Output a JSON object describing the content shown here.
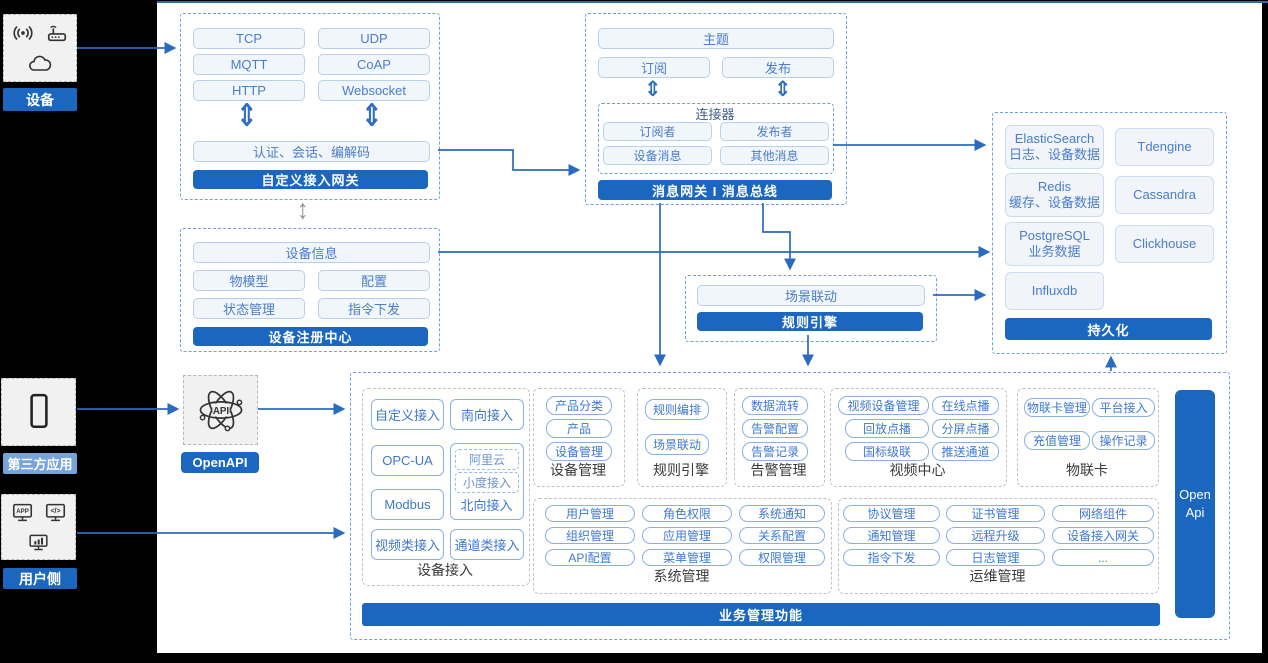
{
  "left_rail": {
    "device": {
      "label": "设备"
    },
    "third_party": {
      "label": "第三方应用"
    },
    "user_side": {
      "label": "用户侧"
    }
  },
  "custom_gateway": {
    "protocols": [
      "TCP",
      "UDP",
      "MQTT",
      "CoAP",
      "HTTP",
      "Websocket"
    ],
    "auth": "认证、会话、编解码",
    "title": "自定义接入网关"
  },
  "registry": {
    "device_info": "设备信息",
    "pills": [
      "物模型",
      "配置",
      "状态管理",
      "指令下发"
    ],
    "title": "设备注册中心"
  },
  "message_bus": {
    "topic": "主题",
    "subscribe": "订阅",
    "publish": "发布",
    "connector": {
      "title": "连接器",
      "pills": [
        "订阅者",
        "发布者",
        "设备消息",
        "其他消息"
      ]
    },
    "title": "消息网关 I 消息总线"
  },
  "rule_engine": {
    "pill": "场景联动",
    "title": "规则引擎"
  },
  "persistence": {
    "stores": [
      {
        "name": "ElasticSearch",
        "desc": "日志、设备数据"
      },
      {
        "name": "Tdengine",
        "desc": ""
      },
      {
        "name": "Redis",
        "desc": "缓存、设备数据"
      },
      {
        "name": "Cassandra",
        "desc": ""
      },
      {
        "name": "PostgreSQL",
        "desc": "业务数据"
      },
      {
        "name": "Clickhouse",
        "desc": ""
      },
      {
        "name": "Influxdb",
        "desc": ""
      }
    ],
    "title": "持久化"
  },
  "openapi": {
    "label": "OpenAPI"
  },
  "business": {
    "device_access": {
      "pills": [
        "自定义接入",
        "南向接入",
        "OPC-UA",
        "Modbus",
        "视频类接入",
        "通道类接入"
      ],
      "north": {
        "cloud1": "阿里云",
        "cloud2": "小度接入",
        "label": "北向接入"
      },
      "label": "设备接入"
    },
    "cols_top": [
      {
        "label": "设备管理",
        "pills": [
          "产品分类",
          "产品",
          "设备管理"
        ]
      },
      {
        "label": "规则引擎",
        "pills": [
          "规则编排",
          "场景联动"
        ]
      },
      {
        "label": "告警管理",
        "pills": [
          "数据流转",
          "告警配置",
          "告警记录"
        ]
      },
      {
        "label": "视频中心",
        "pills": [
          "视频设备管理",
          "在线点播",
          "回放点播",
          "分屏点播",
          "国标级联",
          "推送通道"
        ]
      },
      {
        "label": "物联卡",
        "pills": [
          "物联卡管理",
          "平台接入",
          "充值管理",
          "操作记录"
        ]
      }
    ],
    "cols_bottom": [
      {
        "label": "系统管理",
        "pills": [
          "用户管理",
          "角色权限",
          "系统通知",
          "组织管理",
          "应用管理",
          "关系配置",
          "API配置",
          "菜单管理",
          "权限管理"
        ]
      },
      {
        "label": "运维管理",
        "pills": [
          "协议管理",
          "证书管理",
          "网络组件",
          "通知管理",
          "远程升级",
          "设备接入网关",
          "指令下发",
          "日志管理",
          "..."
        ]
      }
    ],
    "open_api_bar": "Open Api",
    "footer": "业务管理功能"
  },
  "glyphs": {
    "double_arrow": "⇕",
    "updown_arrow": "↕"
  },
  "colors": {
    "primary": "#1b67c0",
    "label_light": "#76a3da",
    "arrow": "#2a6bbf"
  }
}
